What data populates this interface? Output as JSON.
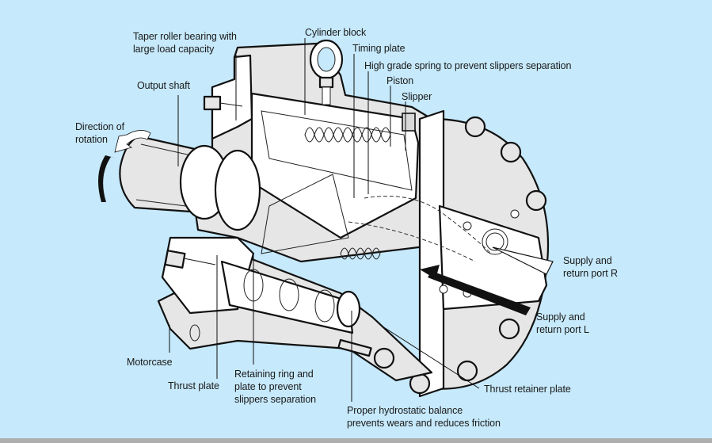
{
  "diagram": {
    "subject": "Hydraulic motor cutaway",
    "background_color": "#c6e9fb",
    "bottom_bar_color": "#aeaeae",
    "labels": {
      "taper_roller_bearing": "Taper roller bearing with\nlarge load capacity",
      "cylinder_block": "Cylinder block",
      "timing_plate": "Timing plate",
      "high_grade_spring": "High grade spring to prevent slippers separation",
      "piston": "Piston",
      "slipper": "Slipper",
      "output_shaft": "Output shaft",
      "direction_of_rotation": "Direction of\nrotation",
      "supply_return_port_r": "Supply and\nreturn port R",
      "supply_return_port_l": "Supply and\nreturn port L",
      "motorcase": "Motorcase",
      "thrust_plate": "Thrust plate",
      "retaining_ring": "Retaining ring and\nplate to prevent\nslippers separation",
      "hydrostatic_balance": "Proper hydrostatic balance\nprevents wears and reduces friction",
      "thrust_retainer_plate": "Thrust retainer plate"
    },
    "icons": {
      "rotation_arrow": "curved-arrow-icon",
      "port_r_arrow": "white-flow-arrow-icon",
      "port_l_arrow": "black-flow-arrow-icon"
    }
  }
}
